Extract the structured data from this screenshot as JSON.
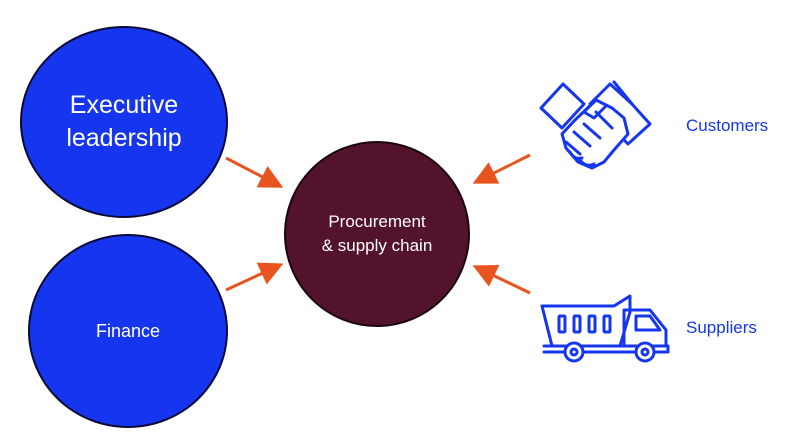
{
  "nodes": {
    "executive": "Executive\nleadership",
    "finance": "Finance",
    "center": "Procurement\n& supply chain",
    "customers": "Customers",
    "suppliers": "Suppliers"
  },
  "icons": {
    "customers": "handshake-icon",
    "suppliers": "dump-truck-icon"
  },
  "colors": {
    "blue": "#1536ee",
    "maroon": "#54132c",
    "arrow": "#e8541f"
  }
}
